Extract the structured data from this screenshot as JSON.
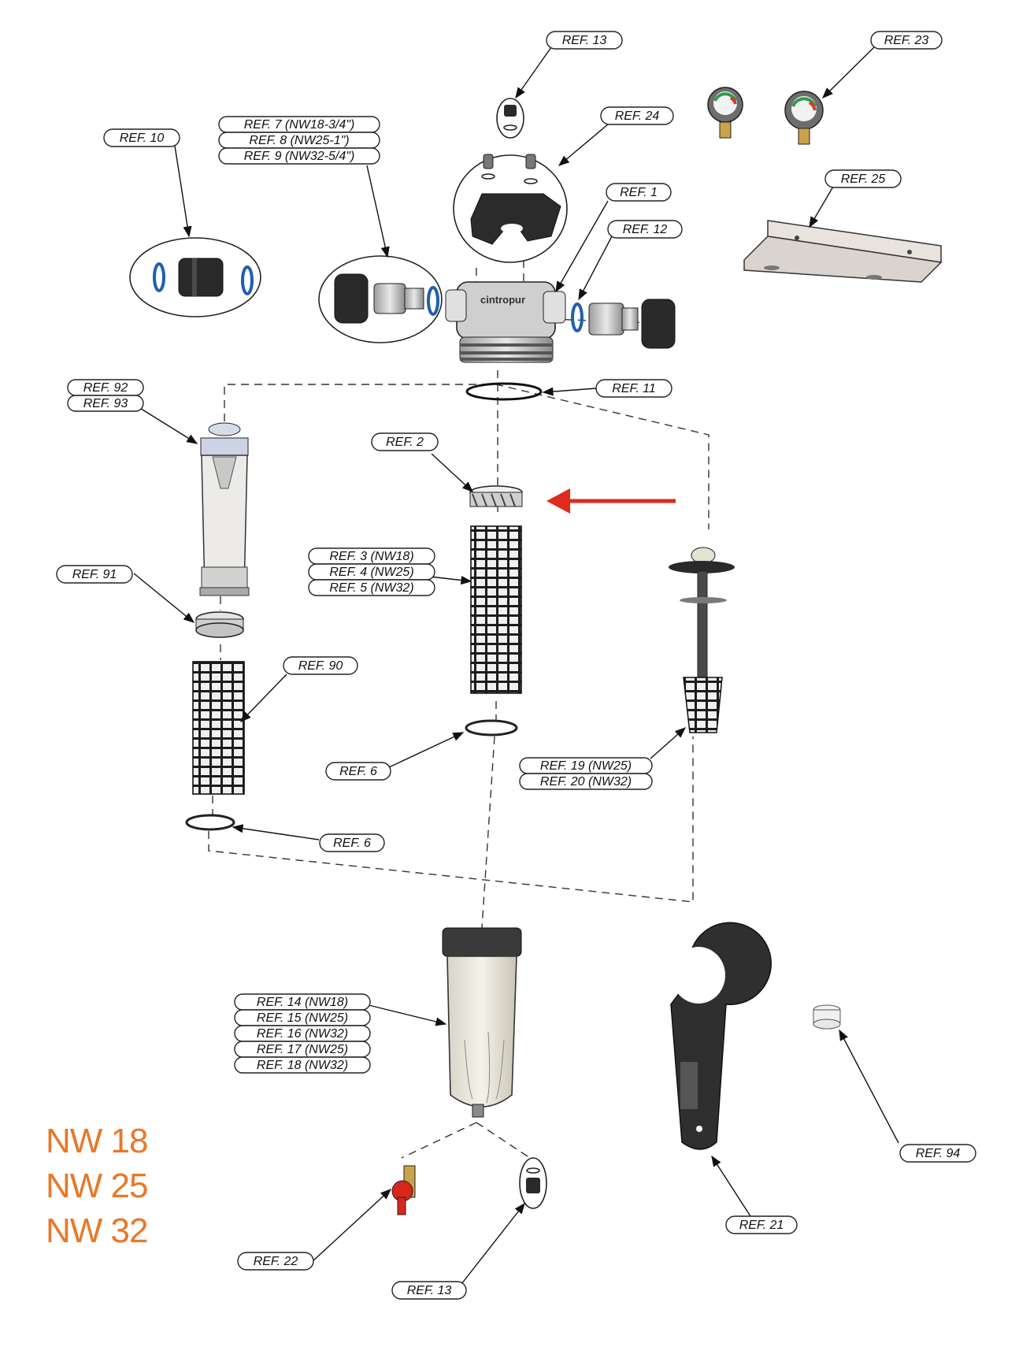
{
  "labels": {
    "ref13_top": "REF. 13",
    "ref23": "REF. 23",
    "ref24": "REF. 24",
    "ref10": "REF. 10",
    "ref7": "REF. 7 (NW18-3/4\")",
    "ref8": "REF. 8 (NW25-1\")",
    "ref9": "REF. 9 (NW32-5/4\")",
    "ref1": "REF. 1",
    "ref12": "REF. 12",
    "ref25": "REF. 25",
    "ref11": "REF. 11",
    "ref92": "REF. 92",
    "ref93": "REF. 93",
    "ref2": "REF. 2",
    "ref91": "REF. 91",
    "ref3": "REF. 3 (NW18)",
    "ref4": "REF. 4 (NW25)",
    "ref5": "REF. 5 (NW32)",
    "ref90": "REF. 90",
    "ref6_mid": "REF. 6",
    "ref19": "REF. 19 (NW25)",
    "ref20": "REF. 20 (NW32)",
    "ref6_left": "REF. 6",
    "ref14": "REF. 14 (NW18)",
    "ref15": "REF. 15 (NW25)",
    "ref16": "REF. 16 (NW32)",
    "ref17": "REF. 17 (NW25)",
    "ref18": "REF. 18 (NW32)",
    "ref94": "REF. 94",
    "ref21": "REF. 21",
    "ref22": "REF. 22",
    "ref13_bottom": "REF. 13"
  },
  "head_brand": "cintropur",
  "sizes": [
    "NW 18",
    "NW 25",
    "NW 32"
  ],
  "colors": {
    "size_text": "#e8782a",
    "highlight_arrow": "#e02a1c",
    "oring": "#1f5fb0",
    "part_dark": "#2a2a2a",
    "part_grey": "#9a9a9a",
    "bracket": "#d9d4cf"
  }
}
